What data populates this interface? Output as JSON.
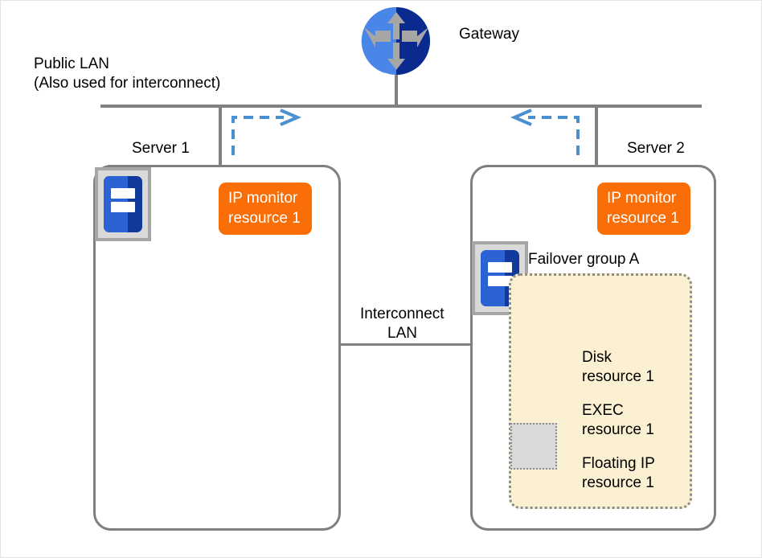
{
  "diagram": {
    "title_elements": {
      "gateway_label": "Gateway",
      "public_lan_line1": "Public LAN",
      "public_lan_line2": "(Also used for interconnect)",
      "interconnect_lan_line1": "Interconnect",
      "interconnect_lan_line2": "LAN"
    },
    "servers": [
      {
        "name": "server-1",
        "label": "Server 1",
        "monitor_badge": "IP monitor\nresource 1",
        "failover_group": null
      },
      {
        "name": "server-2",
        "label": "Server 2",
        "monitor_badge": "IP monitor\nresource 1",
        "failover_group": {
          "label": "Failover group A",
          "resources": [
            "Disk\nresource 1",
            "EXEC\nresource 1",
            "Floating IP\nresource 1"
          ]
        }
      }
    ],
    "icons": {
      "gateway": "router-icon",
      "server": "server-machine-icon",
      "resource": "cluster-resource-globe-icon",
      "group": "failover-group-icon",
      "arrow_left_to_right": "dashed-arrow-right-icon",
      "arrow_right_to_left": "dashed-arrow-left-icon"
    },
    "colors": {
      "line": "#808080",
      "server_border": "#7f7f7f",
      "badge_orange": "#f96e07",
      "group_fill": "#fcf0d2",
      "group_border": "#8c8c8c",
      "arrow_blue": "#4a8fd0",
      "router_light_blue": "#4a86e8",
      "router_dark_blue": "#0b2a8f",
      "icon_gray": "#bfbfbf",
      "icon_light_blue": "#6d9eeb",
      "icon_mid_blue": "#3c78d8",
      "icon_dark_blue": "#0b3d91"
    }
  }
}
